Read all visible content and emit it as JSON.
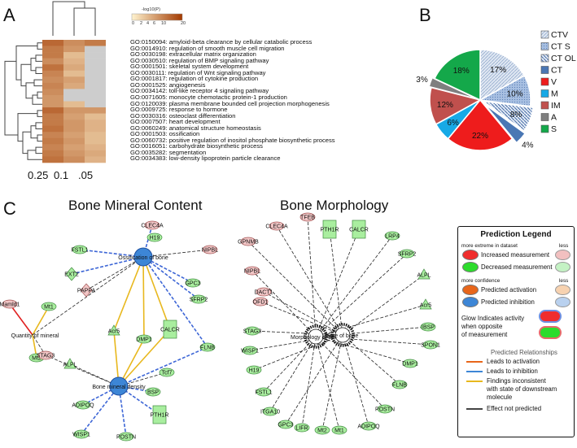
{
  "panels": {
    "a": "A",
    "b": "B",
    "c": "C"
  },
  "heatmap": {
    "colorbar_title": "-log10(P)",
    "colorbar_ticks": [
      "0",
      "2",
      "4",
      "6",
      "10",
      "20"
    ],
    "bottom_labels": [
      "0.25",
      "0.1",
      ".05"
    ],
    "terms": [
      "GO:0150094: amyloid-beta clearance by cellular catabolic process",
      "GO:0014910: regulation of smooth muscle cell migration",
      "GO:0030198: extracellular matrix organization",
      "GO:0030510: regulation of BMP signaling pathway",
      "GO:0001501: skeletal system development",
      "GO:0030111: regulation of Wnt signaling pathway",
      "GO:0001817: regulation of cytokine production",
      "GO:0001525: angiogenesis",
      "GO:0034142: toll-like receptor 4 signaling pathway",
      "GO:0071605: monocyte chemotactic protein-1 production",
      "GO:0120039: plasma membrane bounded cell projection morphogenesis",
      "GO:0009725: response to hormone",
      "GO:0030316: osteoclast differentiation",
      "GO:0007507: heart development",
      "GO:0060249: anatomical structure homeostasis",
      "GO:0001503: ossification",
      "GO:0060732: positive regulation of inositol phosphate biosynthetic process",
      "GO:0016051: carbohydrate biosynthetic process",
      "GO:0035282: segmentation",
      "GO:0034383: low-density lipoprotein particle clearance"
    ],
    "values": [
      [
        7.5,
        5.5,
        6.5
      ],
      [
        6.5,
        5.0,
        null
      ],
      [
        6.5,
        3.0,
        null
      ],
      [
        5.5,
        3.5,
        null
      ],
      [
        7.0,
        4.0,
        null
      ],
      [
        6.0,
        3.0,
        null
      ],
      [
        5.5,
        4.5,
        null
      ],
      [
        6.0,
        4.0,
        null
      ],
      [
        5.5,
        null,
        null
      ],
      [
        5.0,
        null,
        null
      ],
      [
        5.0,
        3.0,
        null
      ],
      [
        7.5,
        5.0,
        5.0
      ],
      [
        6.5,
        4.5,
        3.0
      ],
      [
        6.5,
        5.0,
        3.5
      ],
      [
        7.0,
        5.0,
        3.5
      ],
      [
        6.0,
        4.5,
        3.0
      ],
      [
        6.5,
        5.0,
        3.0
      ],
      [
        6.0,
        4.5,
        3.5
      ],
      [
        6.5,
        5.0,
        4.0
      ],
      [
        7.0,
        5.5,
        3.5
      ]
    ],
    "colors": {
      "low": "#fff3cf",
      "high": "#a33a00",
      "missing": "#cdcdcd"
    }
  },
  "chart_data": {
    "type": "pie",
    "slices": [
      {
        "label": "CTV",
        "value": 17,
        "pct": "17%",
        "color": "#d6e1f0",
        "pattern": "stripe"
      },
      {
        "label": "CT S",
        "value": 10,
        "pct": "10%",
        "color": "#9bb6de",
        "pattern": "dots"
      },
      {
        "label": "CT OL",
        "value": 8,
        "pct": "8%",
        "color": "#c5d5ea",
        "pattern": "diag"
      },
      {
        "label": "CT",
        "value": 4,
        "pct": "4%",
        "color": "#4a77b4",
        "pattern": "none"
      },
      {
        "label": "V",
        "value": 22,
        "pct": "22%",
        "color": "#ee1c1c",
        "pattern": "none"
      },
      {
        "label": "M",
        "value": 6,
        "pct": "6%",
        "color": "#17a9e6",
        "pattern": "none"
      },
      {
        "label": "IM",
        "value": 12,
        "pct": "12%",
        "color": "#c0504d",
        "pattern": "none"
      },
      {
        "label": "A",
        "value": 3,
        "pct": "3%",
        "color": "#7f7f7f",
        "pattern": "none"
      },
      {
        "label": "S",
        "value": 18,
        "pct": "18%",
        "color": "#14a84a",
        "pattern": "none"
      }
    ]
  },
  "network1": {
    "title": "Bone Mineral  Content",
    "nodes": [
      {
        "label": "CLEC4A",
        "shape": "ellipse",
        "color": "red"
      },
      {
        "label": "H19",
        "shape": "ellipse",
        "color": "green"
      },
      {
        "label": "FSTL1",
        "shape": "ellipse",
        "color": "green"
      },
      {
        "label": "NIPBL",
        "shape": "ellipse",
        "color": "red"
      },
      {
        "label": "EXT2",
        "shape": "diamond",
        "color": "green"
      },
      {
        "label": "PAPPA",
        "shape": "diamond",
        "color": "red"
      },
      {
        "label": "GPC3",
        "shape": "ellipse",
        "color": "green"
      },
      {
        "label": "SFRP2",
        "shape": "ellipse",
        "color": "green"
      },
      {
        "label": "Mamld1",
        "shape": "ellipse",
        "color": "red"
      },
      {
        "label": "Mt1",
        "shape": "ellipse",
        "color": "green"
      },
      {
        "label": "Mt2",
        "shape": "ellipse",
        "color": "green"
      },
      {
        "label": "Acr5",
        "shape": "triangle",
        "color": "green"
      },
      {
        "label": "DMP1",
        "shape": "ellipse",
        "color": "green"
      },
      {
        "label": "CALCR",
        "shape": "rect",
        "color": "green"
      },
      {
        "label": "FLNB",
        "shape": "ellipse",
        "color": "green"
      },
      {
        "label": "STAG3",
        "shape": "ellipse",
        "color": "red"
      },
      {
        "label": "Tcf7",
        "shape": "ellipse",
        "color": "green"
      },
      {
        "label": "ALPL",
        "shape": "triangle",
        "color": "green"
      },
      {
        "label": "BSP",
        "shape": "ellipse",
        "color": "green"
      },
      {
        "label": "ADIPOQ",
        "shape": "ellipse",
        "color": "green"
      },
      {
        "label": "PTH1R",
        "shape": "rect",
        "color": "green"
      },
      {
        "label": "WISP1",
        "shape": "ellipse",
        "color": "green"
      },
      {
        "label": "POSTN",
        "shape": "ellipse",
        "color": "green"
      }
    ],
    "hubs": [
      "Ossification of bone",
      "Quantity of mineral",
      "Bone mineral density"
    ]
  },
  "network2": {
    "title": "Bone Morphology",
    "nodes": [
      {
        "label": "TFEB",
        "shape": "ellipse",
        "color": "red"
      },
      {
        "label": "PTH1R",
        "shape": "rect",
        "color": "green"
      },
      {
        "label": "CALCR",
        "shape": "rect",
        "color": "green"
      },
      {
        "label": "CLEC4A",
        "shape": "ellipse",
        "color": "red"
      },
      {
        "label": "LRP4",
        "shape": "ellipse",
        "color": "green"
      },
      {
        "label": "GPNMB",
        "shape": "ellipse",
        "color": "red"
      },
      {
        "label": "SFRP2",
        "shape": "ellipse",
        "color": "green"
      },
      {
        "label": "ALPL",
        "shape": "triangle",
        "color": "green"
      },
      {
        "label": "NIPBL",
        "shape": "ellipse",
        "color": "red"
      },
      {
        "label": "DACT1",
        "shape": "ellipse",
        "color": "red"
      },
      {
        "label": "Acr5",
        "shape": "triangle",
        "color": "green"
      },
      {
        "label": "OFD1",
        "shape": "ellipse",
        "color": "red"
      },
      {
        "label": "IBSP",
        "shape": "ellipse",
        "color": "green"
      },
      {
        "label": "STAG3",
        "shape": "ellipse",
        "color": "green"
      },
      {
        "label": "SPON1",
        "shape": "ellipse",
        "color": "green"
      },
      {
        "label": "WISP1",
        "shape": "ellipse",
        "color": "green"
      },
      {
        "label": "DMP1",
        "shape": "ellipse",
        "color": "green"
      },
      {
        "label": "H19",
        "shape": "ellipse",
        "color": "green"
      },
      {
        "label": "FSTL1",
        "shape": "ellipse",
        "color": "green"
      },
      {
        "label": "FLNB",
        "shape": "ellipse",
        "color": "green"
      },
      {
        "label": "ITGA10",
        "shape": "ellipse",
        "color": "green"
      },
      {
        "label": "GPC3",
        "shape": "ellipse",
        "color": "green"
      },
      {
        "label": "LIFR",
        "shape": "ellipse",
        "color": "green"
      },
      {
        "label": "Mt2",
        "shape": "ellipse",
        "color": "green"
      },
      {
        "label": "Mt1",
        "shape": "ellipse",
        "color": "green"
      },
      {
        "label": "ADIPOQ",
        "shape": "ellipse",
        "color": "green"
      },
      {
        "label": "POSTN",
        "shape": "ellipse",
        "color": "green"
      }
    ],
    "hubs": [
      "Morphology of bone",
      "Size of bone"
    ]
  },
  "legend": {
    "title": "Prediction Legend",
    "dataset_left": "more extreme in dataset",
    "dataset_right": "less",
    "increased": "Increased measurement",
    "decreased": "Decreased measurement",
    "confidence_left": "more confidence",
    "confidence_right": "less",
    "activation": "Predicted activation",
    "inhibition": "Predicted inhibition",
    "glow_1": "Glow Indicates activity",
    "glow_2": "when opposite",
    "glow_3": "of measurement",
    "relationships_title": "Predicted Relationships",
    "rel_activation": "Leads to activation",
    "rel_inhibition": "Leads to inhibition",
    "rel_inconsistent_1": "Findings inconsistent",
    "rel_inconsistent_2": "with state of downstream",
    "rel_inconsistent_3": "molecule",
    "rel_not_predicted": "Effect not predicted",
    "colors": {
      "red": "#f02d2d",
      "green": "#2ddc2d",
      "pink": "#f2c0c0",
      "lightgreen": "#c4f2c4",
      "orange": "#e8661a",
      "blue": "#3d86d6",
      "lightorange": "#f7d2b0",
      "lightblue": "#b9d1ef",
      "yellow": "#e8b81e",
      "gray": "#444444"
    }
  }
}
